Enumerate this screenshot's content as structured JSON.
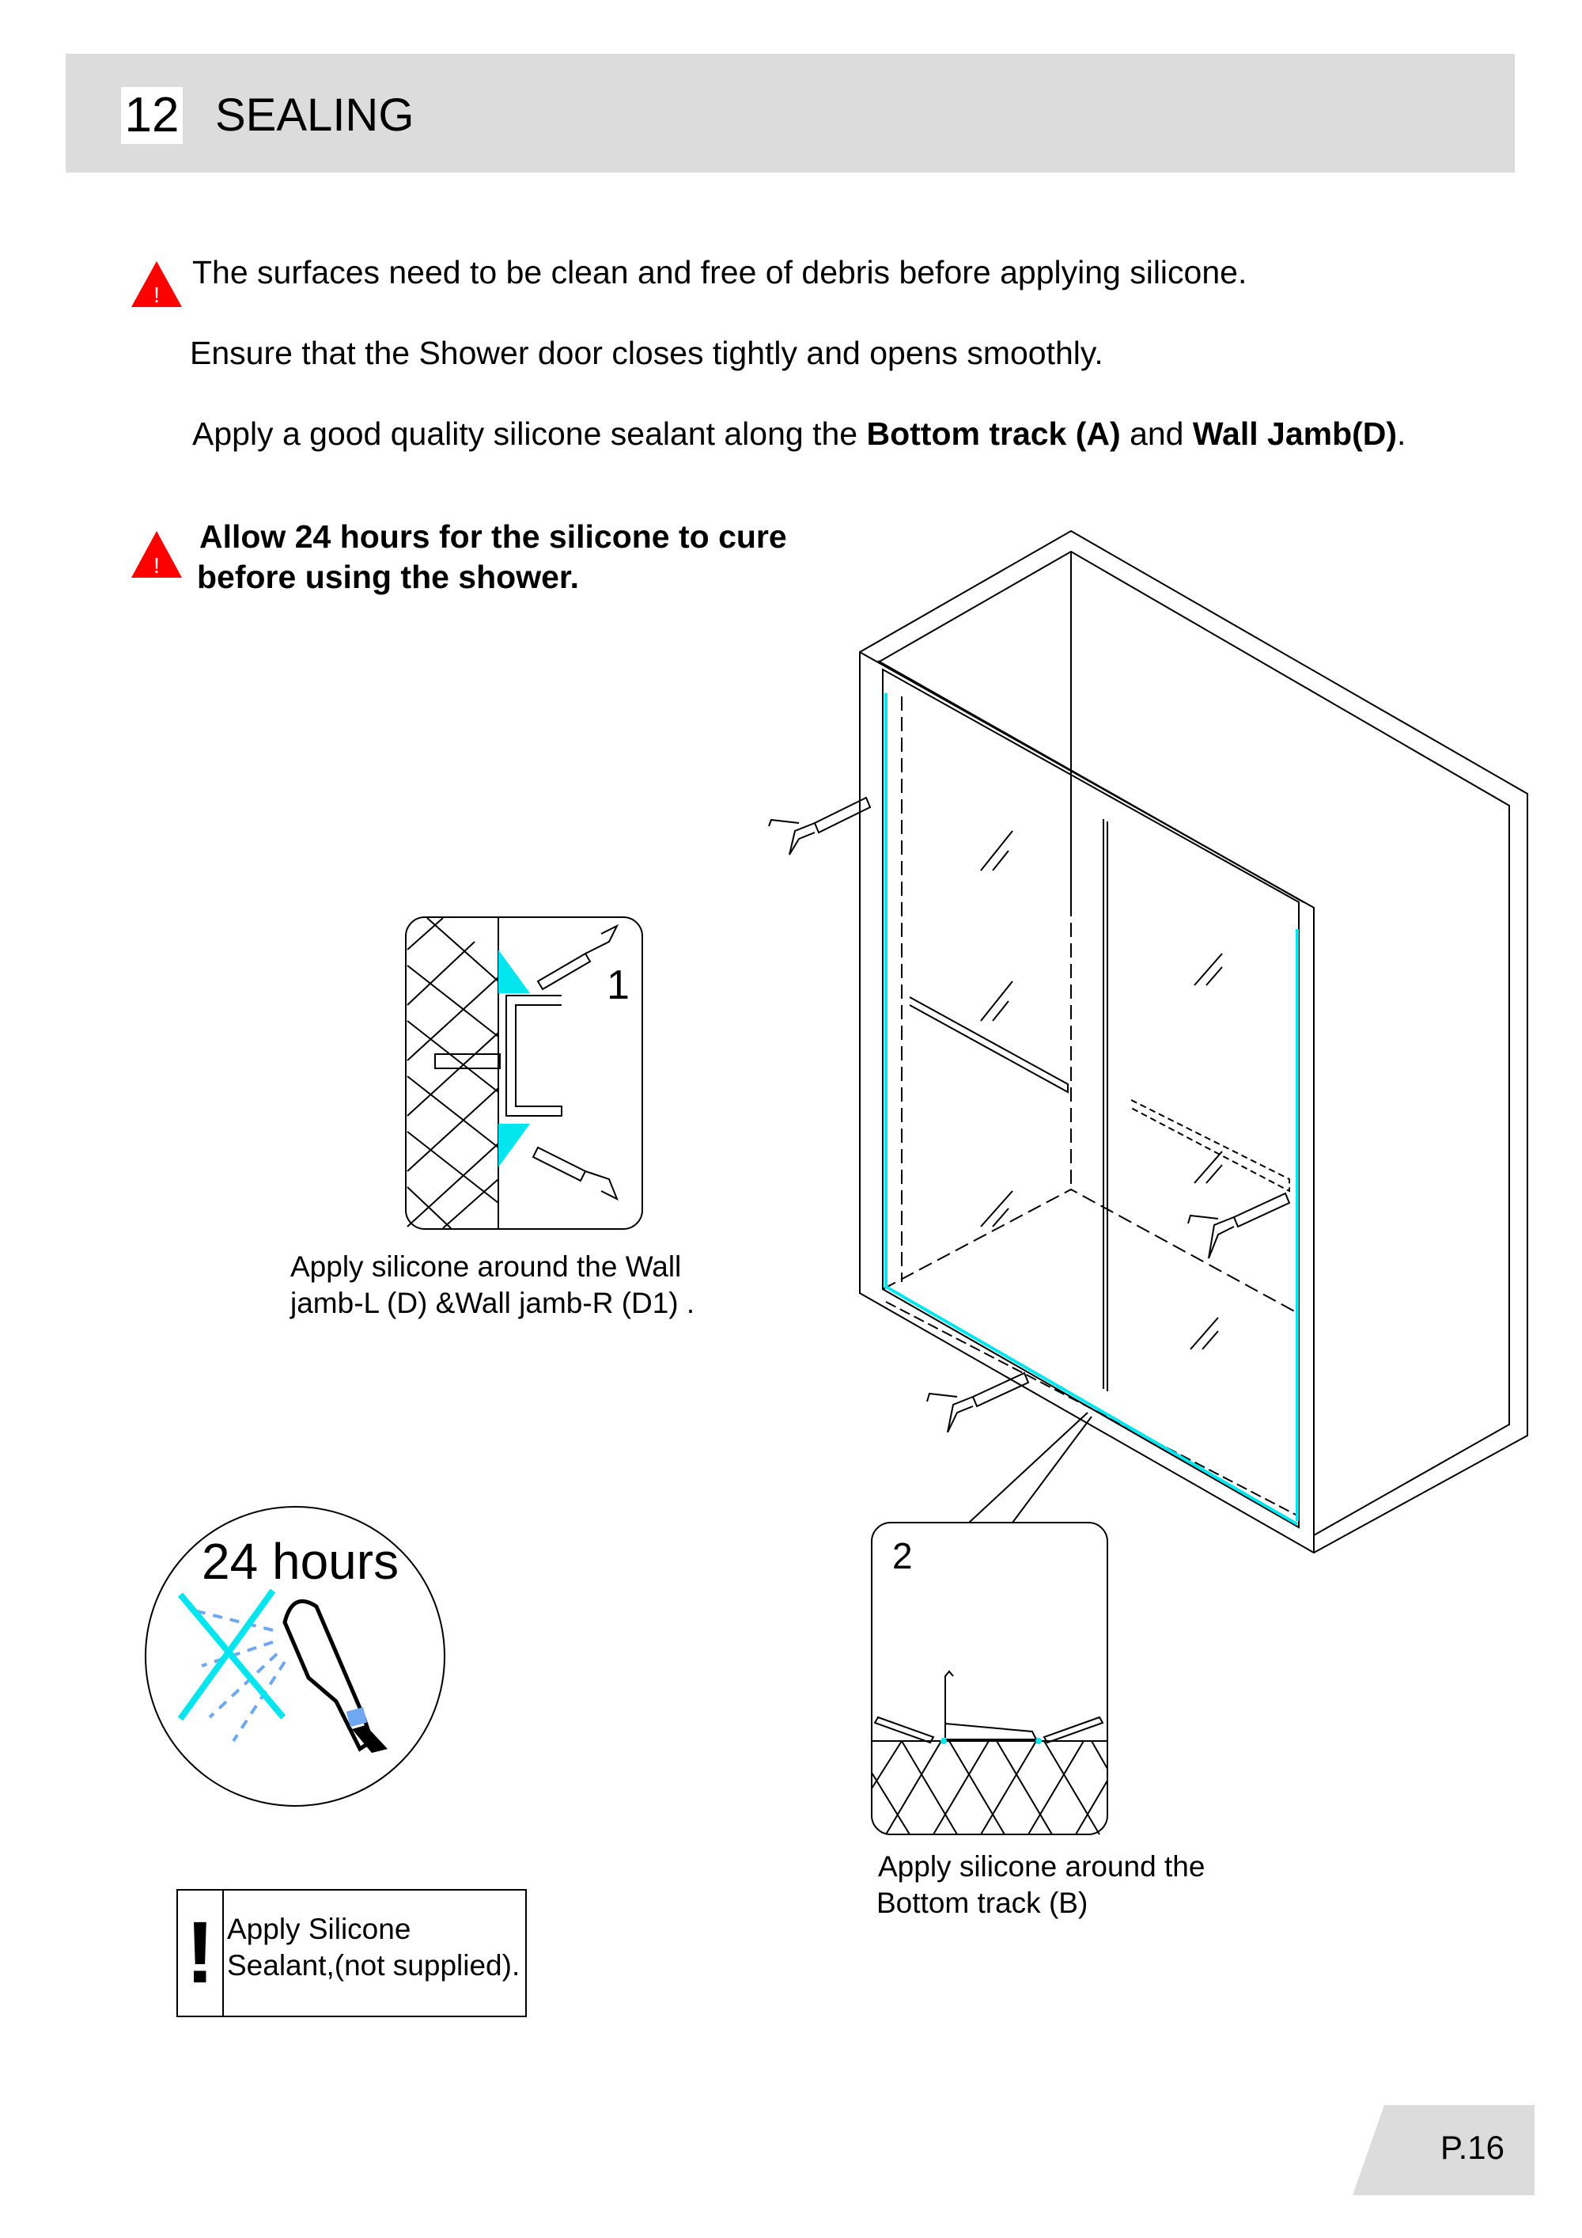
{
  "header": {
    "step_number": "12",
    "title": "SEALING"
  },
  "instructions": {
    "line1": "The surfaces need to be clean and free of debris before applying silicone.",
    "line2": "Ensure that the Shower door closes tightly and opens smoothly.",
    "line3_prefix": "Apply a good quality silicone sealant along the ",
    "line3_bold1": "Bottom track (A)",
    "line3_mid": " and ",
    "line3_bold2": "Wall Jamb(D)",
    "line3_suffix": "."
  },
  "warning": {
    "line1": "Allow 24 hours for the silicone to cure",
    "line2": "before using the shower.",
    "icon_mark": "!"
  },
  "detail1": {
    "number": "1",
    "caption_line1": "Apply silicone around the  Wall",
    "caption_line2": "jamb-L (D) &Wall jamb-R (D1) ."
  },
  "detail2": {
    "number": "2",
    "caption_line1": "Apply silicone around the",
    "caption_line2": "Bottom track (B)"
  },
  "cure": {
    "label": "24 hours"
  },
  "note": {
    "mark": "!",
    "line1": "Apply Silicone",
    "line2": "Sealant,(not supplied)."
  },
  "footer": {
    "page": "P.16"
  },
  "colors": {
    "header_bg": "#dcdcdc",
    "warning": "#ff0000",
    "silicone": "#00e5ee",
    "water": "#6fa8f0"
  }
}
